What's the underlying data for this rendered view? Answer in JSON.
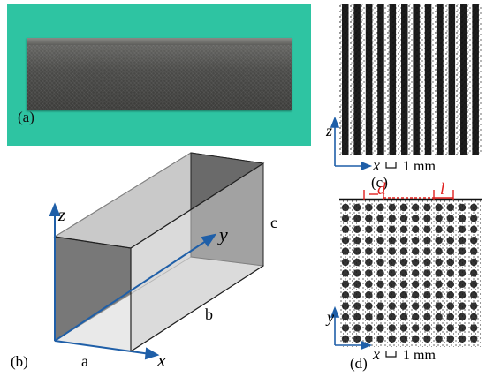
{
  "panels": {
    "a": {
      "label": "(a)"
    },
    "b": {
      "label": "(b)",
      "axis_z": "z",
      "axis_y": "y",
      "axis_x": "x",
      "edge_a": "a",
      "edge_b": "b",
      "edge_c": "c"
    },
    "c": {
      "label": "(c)",
      "axis_z": "z",
      "axis_x": "x",
      "scale": "1 mm"
    },
    "d": {
      "label": "(d)",
      "axis_y": "y",
      "axis_x": "x",
      "scale": "1 mm",
      "dim_d": "d",
      "dim_l": "l"
    }
  },
  "colors": {
    "photo_bg": "#2ec4a2",
    "axis": "#1f5fa8",
    "dimension": "#e0201e"
  }
}
